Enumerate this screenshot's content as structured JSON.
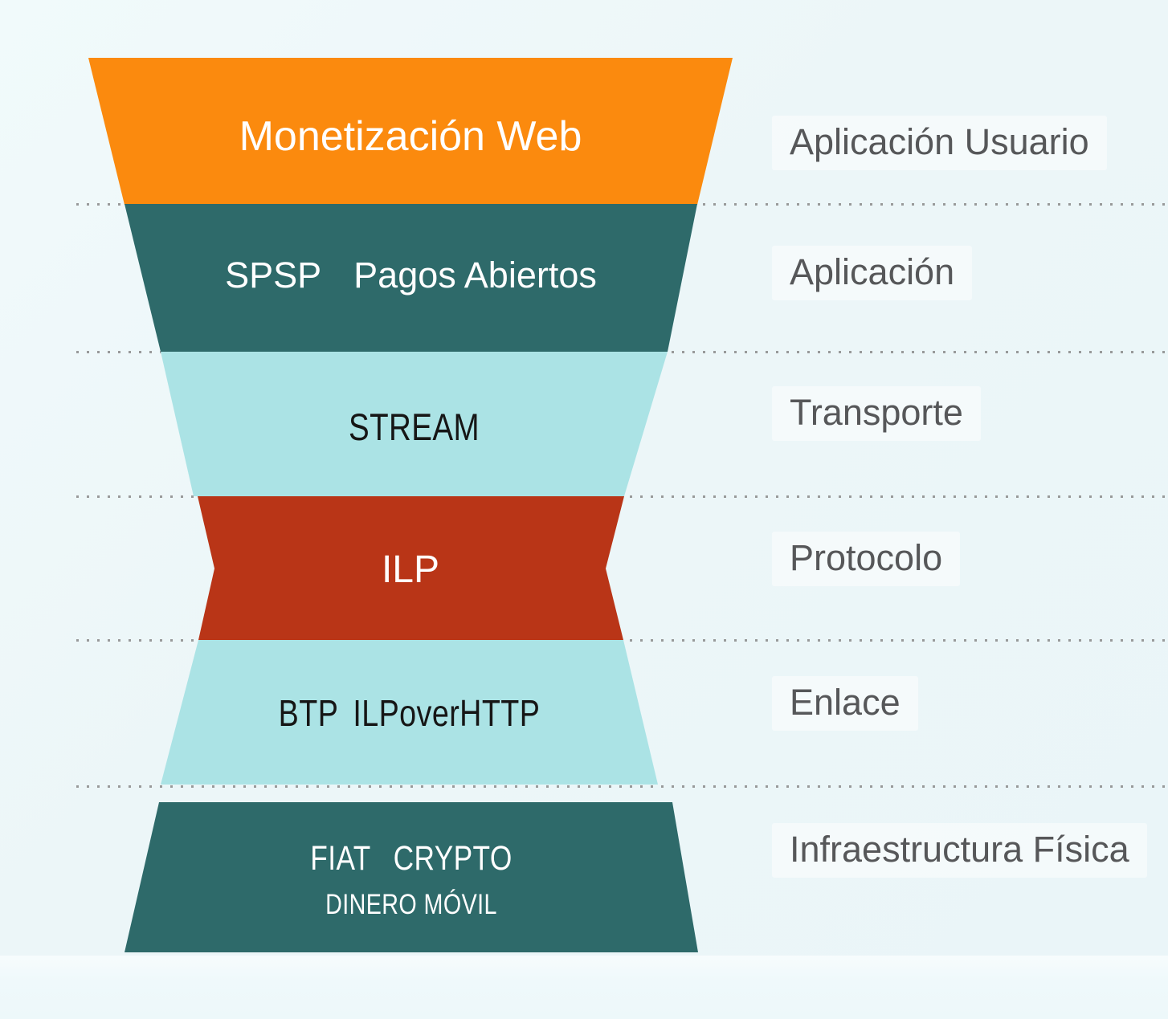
{
  "colors": {
    "orange": "#FB8A0E",
    "dark_teal": "#2E6A6A",
    "light_teal": "#ABE3E5",
    "red": "#B93517",
    "background": "#EEF7F8",
    "category_text": "#565759",
    "funnel_light_text": "#FFFFFF",
    "funnel_dark_text": "#161616",
    "dotted_line": "#8A8A8A"
  },
  "funnel": {
    "layers": [
      {
        "id": "monetizacion-web",
        "items": [
          "Monetización Web"
        ],
        "category": "Aplicación Usuario",
        "fill": "#FB8A0E"
      },
      {
        "id": "spsp-pagos-abiertos",
        "items": [
          "SPSP",
          "Pagos Abiertos"
        ],
        "category": "Aplicación",
        "fill": "#2E6A6A"
      },
      {
        "id": "stream",
        "items": [
          "STREAM"
        ],
        "category": "Transporte",
        "fill": "#ABE3E5"
      },
      {
        "id": "ilp",
        "items": [
          "ILP"
        ],
        "category": "Protocolo",
        "fill": "#B93517"
      },
      {
        "id": "btp-ilp-over-http",
        "items": [
          "BTP",
          "ILPoverHTTP"
        ],
        "category": "Enlace",
        "fill": "#ABE3E5"
      },
      {
        "id": "fiat-crypto-dinero-movil",
        "items": [
          "FIAT",
          "CRYPTO"
        ],
        "sub_items": [
          "DINERO MÓVIL"
        ],
        "category": "Infraestructura Física",
        "fill": "#2E6A6A"
      }
    ]
  }
}
